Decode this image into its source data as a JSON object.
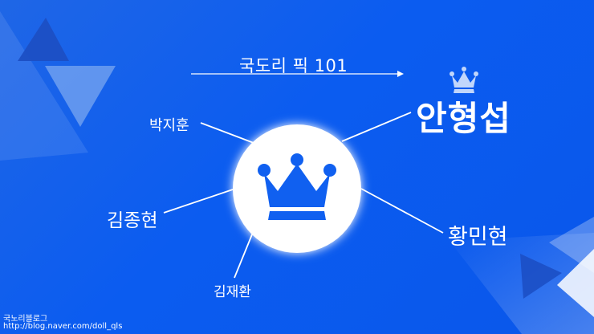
{
  "title": "국도리 픽 101",
  "names": {
    "top": "안형섭",
    "upper_left": "박지훈",
    "left": "김종현",
    "right": "황민현",
    "bottom": "김재환"
  },
  "footer": {
    "blog_name": "국노리블로그",
    "url": "http://blog.naver.com/doll_qls"
  },
  "icons": {
    "center": "crown-icon",
    "small": "crown-icon"
  },
  "colors": {
    "background": "#0b5cf0",
    "accent": "#ffffff",
    "crown": "#1060f0"
  }
}
